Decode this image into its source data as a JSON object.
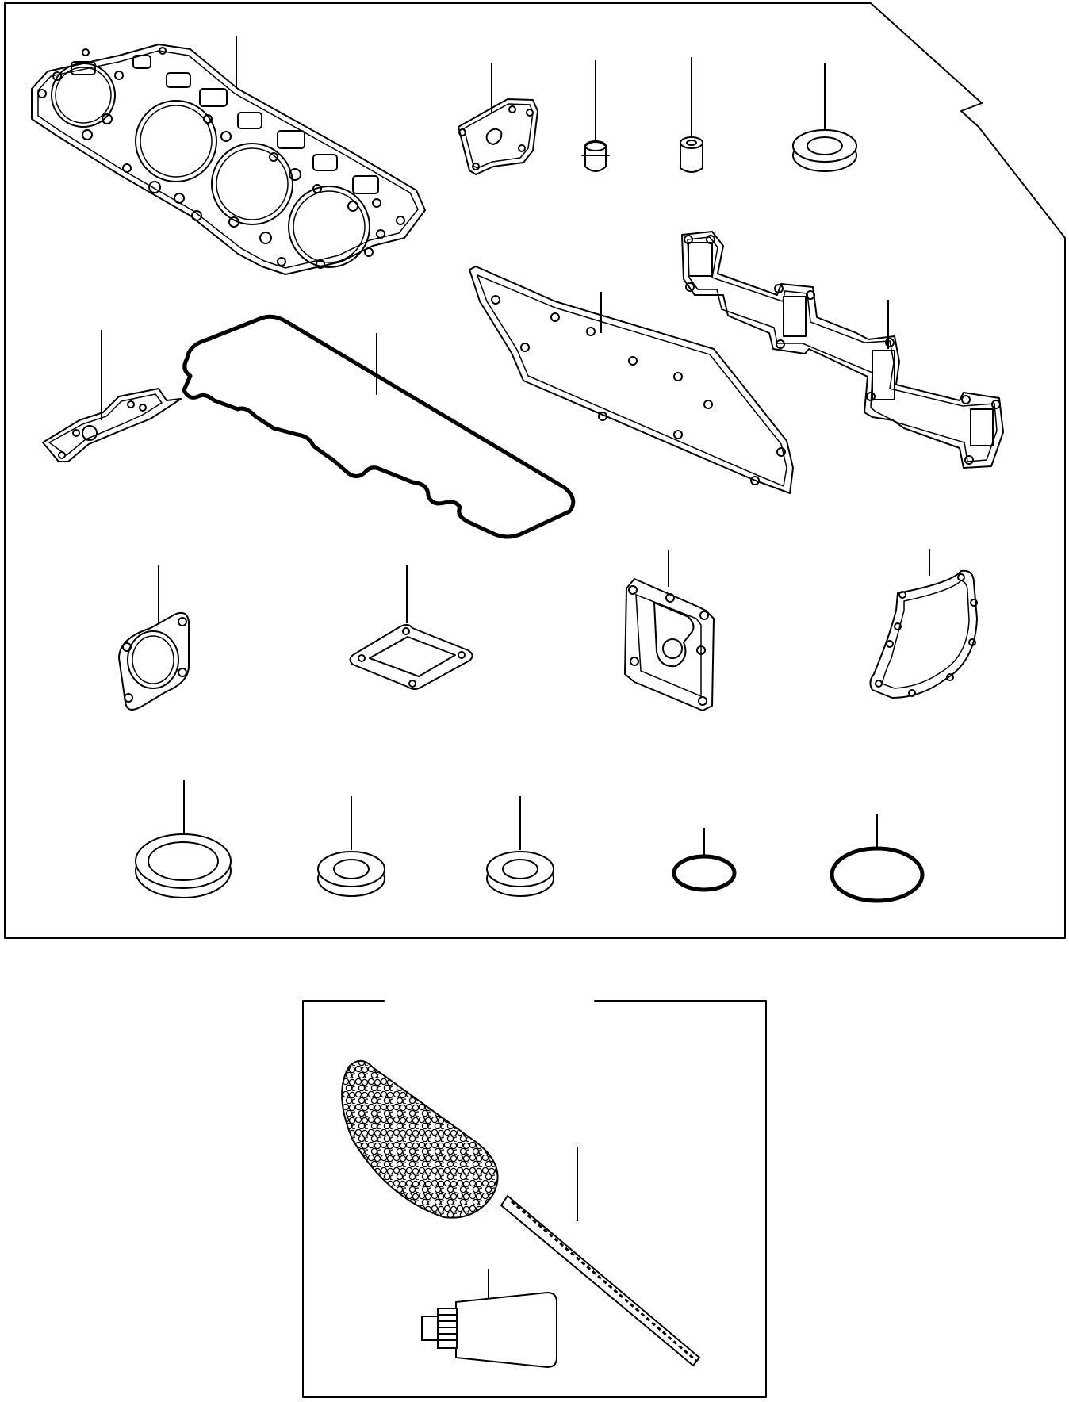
{
  "figure": {
    "kit_panel": {
      "parts": [
        {
          "name": "cylinder-head-gasket"
        },
        {
          "name": "small-cover-gasket"
        },
        {
          "name": "valve-stem-seal"
        },
        {
          "name": "small-collar"
        },
        {
          "name": "sealing-washer-large"
        },
        {
          "name": "exhaust-manifold-gasket"
        },
        {
          "name": "intake-manifold-gasket"
        },
        {
          "name": "rocker-cover-gasket"
        },
        {
          "name": "bracket-gasket"
        },
        {
          "name": "flange-gasket-oval"
        },
        {
          "name": "flange-gasket-square"
        },
        {
          "name": "cover-plate-gasket"
        },
        {
          "name": "water-pump-gasket"
        },
        {
          "name": "washer-large"
        },
        {
          "name": "washer-medium-a"
        },
        {
          "name": "washer-medium-b"
        },
        {
          "name": "o-ring-small"
        },
        {
          "name": "o-ring-large"
        }
      ]
    },
    "tool_panel": {
      "parts": [
        {
          "name": "cleaning-brush"
        },
        {
          "name": "sealant-tube"
        }
      ]
    }
  }
}
